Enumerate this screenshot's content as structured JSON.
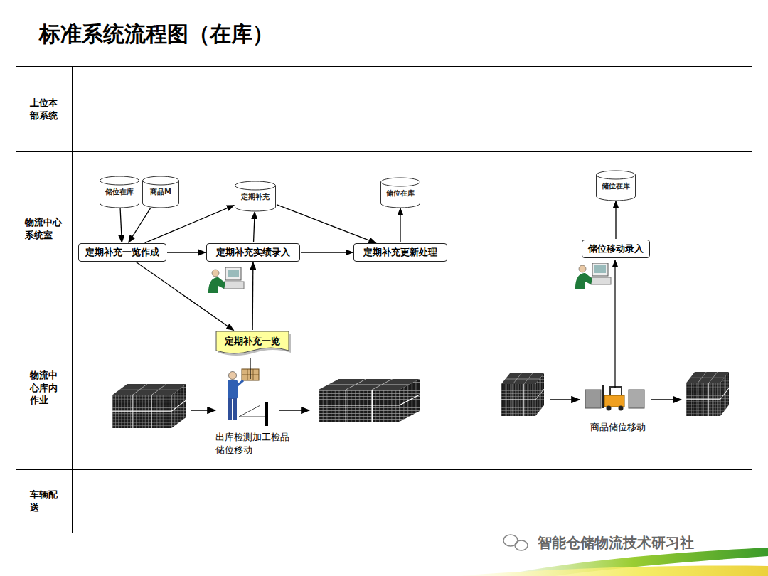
{
  "diagram": {
    "title": "标准系统流程图（在库）",
    "nodes": [
      {
        "text": [
          "上位本部系统"
        ]
      },
      {
        "text": [
          "物流中心系统室"
        ]
      },
      {
        "text": [
          "储位在库"
        ],
        "in": 1
      },
      {
        "text": [
          "商品M"
        ],
        "in": 1
      },
      {
        "text": [
          "定期补充"
        ],
        "in": 1
      },
      {
        "text": [
          "储位在库"
        ],
        "in": 1
      },
      {
        "text": [
          "储位在库"
        ],
        "in": 1
      },
      {
        "text": [
          "定期补充一览作成"
        ],
        "in": 1
      },
      {
        "text": [
          "定期补充实绩录入"
        ],
        "in": 1
      },
      {
        "text": [
          "定期补充更新处理"
        ],
        "in": 1
      },
      {
        "text": [
          "储位移动录入"
        ],
        "in": 1
      },
      {
        "text": [
          "物流中心库内作业"
        ]
      },
      {
        "text": [
          "定期补充一览"
        ],
        "in": 11
      },
      {
        "text": [
          "车辆配送"
        ]
      }
    ],
    "edges": [
      {
        "from": 2,
        "to": 7,
        "arrow": "to"
      },
      {
        "from": 3,
        "to": 7,
        "arrow": "to"
      },
      {
        "from": 7,
        "to": 4,
        "arrow": "to"
      },
      {
        "from": 7,
        "to": 8,
        "arrow": "to"
      },
      {
        "from": 7,
        "to": 12,
        "arrow": "to"
      },
      {
        "from": 12,
        "to": 8,
        "arrow": "to"
      },
      {
        "from": 8,
        "to": 4,
        "arrow": "to"
      },
      {
        "from": 4,
        "to": 9,
        "arrow": "to"
      },
      {
        "from": 8,
        "to": 9,
        "arrow": "to"
      },
      {
        "from": 9,
        "to": 5,
        "arrow": "to"
      },
      {
        "from": 10,
        "to": 6,
        "arrow": "to"
      }
    ],
    "labels": [
      "出库检测加工检品 储位移动",
      "商品储位移动",
      "智能仓储物流技术研习社"
    ]
  }
}
